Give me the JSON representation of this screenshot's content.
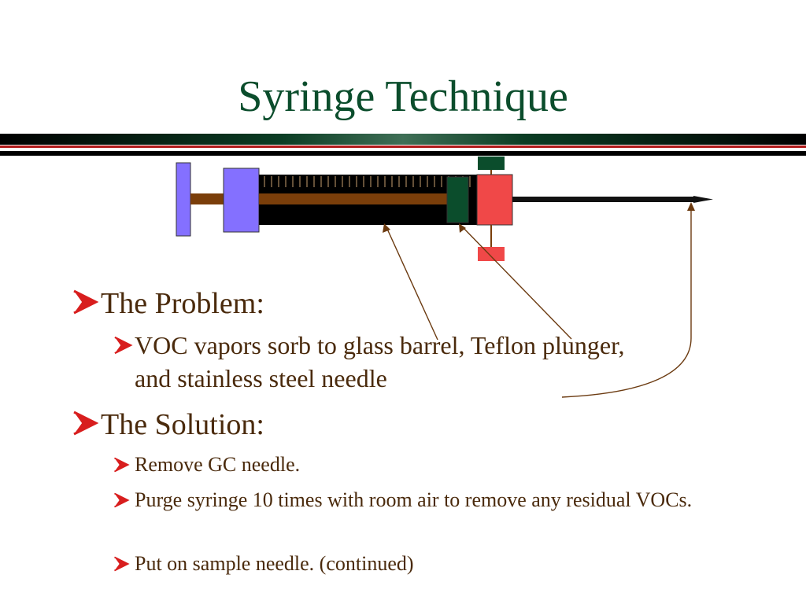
{
  "slide": {
    "title": "Syringe Technique"
  },
  "bullets": {
    "problem": {
      "label": "The Problem:",
      "sub": "VOC vapors sorb to glass barrel, Teflon plunger, and stainless steel needle"
    },
    "solution": {
      "label": "The Solution:",
      "steps": [
        "Remove GC needle.",
        "Purge syringe 10 times with room air to remove any residual VOCs.",
        "Put on sample needle. (continued)"
      ]
    }
  },
  "colors": {
    "title": "#0b4d2c",
    "text": "#4a2a0c",
    "bullet_mark": "#d81e1e",
    "plunger": "#8470ff",
    "plunger_rod": "#7a3e0a",
    "barrel": "#000000",
    "teflon_tip": "#0b4d2c",
    "valve": "#f04848",
    "arrow": "#6b3a10"
  }
}
